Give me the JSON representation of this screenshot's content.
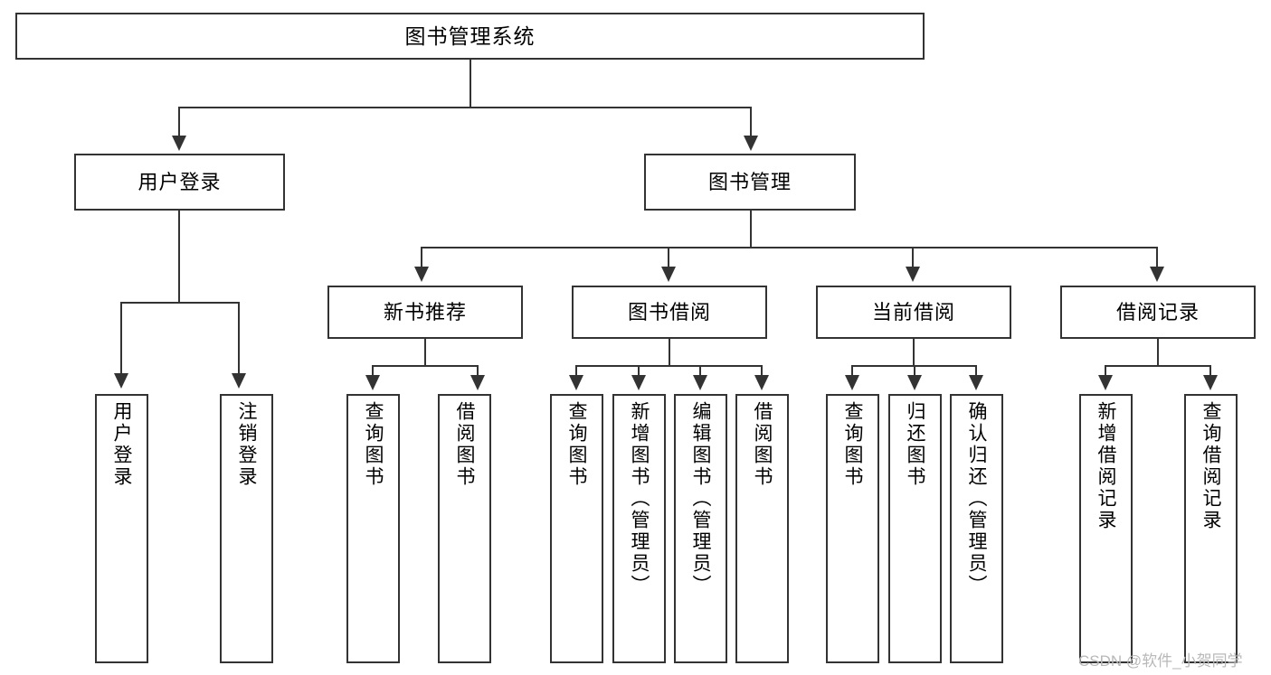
{
  "diagram": {
    "title": "图书管理系统",
    "type": "tree-hierarchy-chart",
    "root": {
      "label": "图书管理系统"
    },
    "level2": [
      {
        "label": "用户登录"
      },
      {
        "label": "图书管理"
      }
    ],
    "level3": [
      {
        "label": "新书推荐"
      },
      {
        "label": "图书借阅"
      },
      {
        "label": "当前借阅"
      },
      {
        "label": "借阅记录"
      }
    ],
    "leaves": {
      "user_login": [
        {
          "label": "用户登录"
        },
        {
          "label": "注销登录"
        }
      ],
      "new_book_recommend": [
        {
          "label": "查询图书"
        },
        {
          "label": "借阅图书"
        }
      ],
      "book_borrow": [
        {
          "label": "查询图书"
        },
        {
          "label": "新增图书（管理员）"
        },
        {
          "label": "编辑图书（管理员）"
        },
        {
          "label": "借阅图书"
        }
      ],
      "current_borrow": [
        {
          "label": "查询图书"
        },
        {
          "label": "归还图书"
        },
        {
          "label": "确认归还（管理员）"
        }
      ],
      "borrow_record": [
        {
          "label": "新增借阅记录"
        },
        {
          "label": "查询借阅记录"
        }
      ]
    }
  },
  "watermark": {
    "text": "CSDN @软件_小贺同学"
  },
  "colors": {
    "stroke": "#333333",
    "fill": "#ffffff",
    "text": "#000000",
    "watermark": "#b8b8b8"
  }
}
